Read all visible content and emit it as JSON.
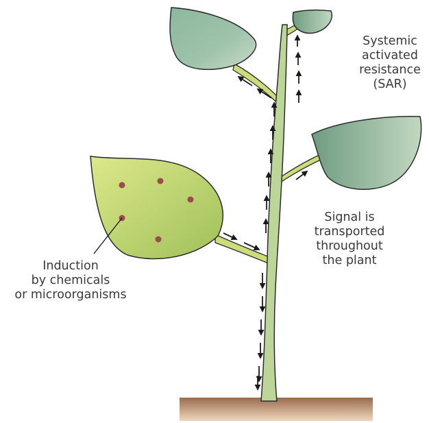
{
  "labels": {
    "sar": [
      "Systemic",
      "activated",
      "resistance",
      "(SAR)"
    ],
    "signal": [
      "Signal is",
      "transported",
      "throughout",
      "the plant"
    ],
    "induction": [
      "Induction",
      "by chemicals",
      "or microorganisms"
    ]
  },
  "colors": {
    "stem_fill": "#bcd69a",
    "stem_stroke": "#2b2b2b",
    "inducing_leaf_light": "#d2e27c",
    "inducing_leaf_dark": "#a6c65e",
    "sar_leaf_light": "#9fc3ac",
    "sar_leaf_dark": "#6f9c82",
    "lesion_dots": "#9c4a4e",
    "soil_top": "#9b6a4d",
    "soil_bottom": "#efd8bd",
    "arrow": "#1a1a1a",
    "text": "#3a3a3a"
  },
  "leaves": {
    "inducing_leaf": "induced-leaf-with-lesions",
    "sar_leaves": [
      "upper-left-leaf",
      "top-small-leaf",
      "right-leaf"
    ]
  },
  "lesion_count": 5
}
